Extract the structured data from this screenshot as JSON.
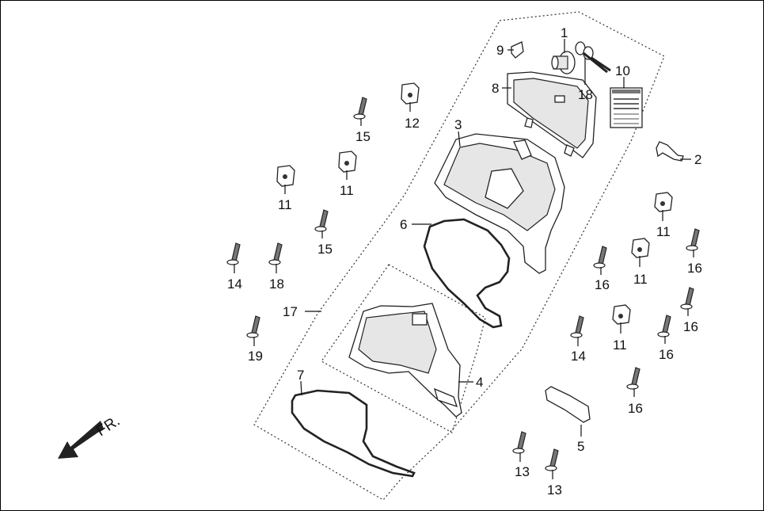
{
  "diagram": {
    "direction_label": "FR.",
    "callouts": {
      "c1": "1",
      "c2": "2",
      "c3": "3",
      "c4": "4",
      "c5": "5",
      "c6": "6",
      "c7": "7",
      "c8": "8",
      "c9": "9",
      "c10": "10",
      "c11a": "11",
      "c11b": "11",
      "c11c": "11",
      "c11d": "11",
      "c11e": "11",
      "c12": "12",
      "c13a": "13",
      "c13b": "13",
      "c14a": "14",
      "c14b": "14",
      "c15a": "15",
      "c15b": "15",
      "c16a": "16",
      "c16b": "16",
      "c16c": "16",
      "c16d": "16",
      "c16e": "16",
      "c17": "17",
      "c18a": "18",
      "c18b": "18",
      "c19": "19"
    }
  }
}
